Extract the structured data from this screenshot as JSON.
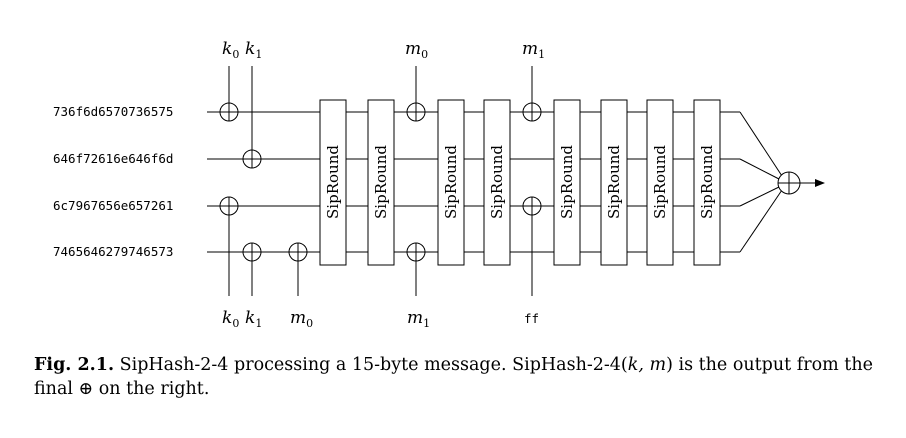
{
  "states": [
    "736f6d6570736575",
    "646f72616e646f6d",
    "6c7967656e657261",
    "7465646279746573"
  ],
  "top_inputs": {
    "k0": {
      "base": "k",
      "sub": "0"
    },
    "k1": {
      "base": "k",
      "sub": "1"
    },
    "m0": {
      "base": "m",
      "sub": "0"
    },
    "m1": {
      "base": "m",
      "sub": "1"
    }
  },
  "bottom_inputs": {
    "k0": {
      "base": "k",
      "sub": "0"
    },
    "k1": {
      "base": "k",
      "sub": "1"
    },
    "m0": {
      "base": "m",
      "sub": "0"
    },
    "m1": {
      "base": "m",
      "sub": "1"
    },
    "ff": "ff"
  },
  "round_label": "SipRound",
  "caption": {
    "fig_label": "Fig. 2.1.",
    "text_before": " SipHash-2-4 processing a 15-byte message. SipHash-2-4(",
    "args": "k, m",
    "text_after": ") is the output from the final ⊕ on the right."
  }
}
